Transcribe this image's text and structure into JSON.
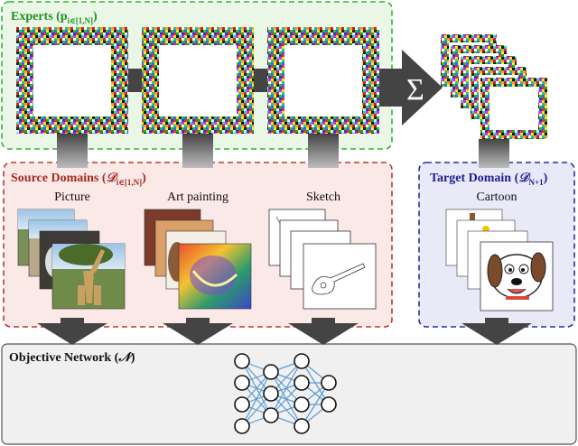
{
  "experts": {
    "title": "Experts (",
    "symbol": "p",
    "subscript": "i∈[1,N]",
    "close": ")"
  },
  "sum_symbol": "Σ",
  "source": {
    "title": "Source Domains (",
    "symbol": "𝒟",
    "subscript": "i∈[1,N]",
    "close": ")",
    "domains": [
      "Picture",
      "Art painting",
      "Sketch"
    ]
  },
  "target": {
    "title": "Target Domain (",
    "symbol": "𝒟",
    "subscript": "N+1",
    "close": ")",
    "domain": "Cartoon"
  },
  "objective": {
    "title": "Objective Network (",
    "symbol": "𝒩",
    "close": ")"
  },
  "colors": {
    "experts_border": "#2fb52f",
    "experts_fill": "#eaf7e6",
    "experts_title": "#1f8f1f",
    "source_border": "#c0392b",
    "source_fill": "#fbe9e7",
    "source_title": "#a52a22",
    "target_border": "#2c2ca8",
    "target_fill": "#e9e9f8",
    "target_title": "#1f1f8f",
    "objective_fill": "#f0f0f0",
    "arrow": "#444444",
    "node_edge": "#5b9bd5"
  }
}
